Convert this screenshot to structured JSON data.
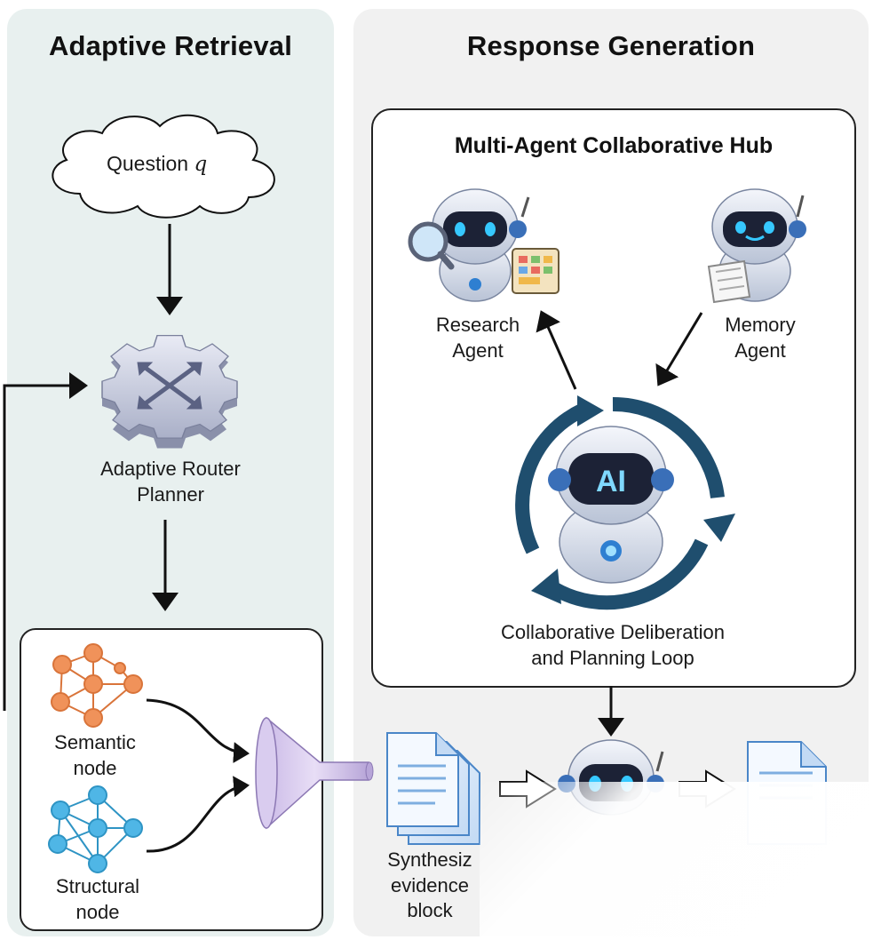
{
  "left_panel": {
    "title": "Adaptive Retrieval"
  },
  "right_panel": {
    "title": "Response Generation"
  },
  "question": {
    "text": "Question",
    "var": "q"
  },
  "router": {
    "line1": "Adaptive Router",
    "line2": "Planner"
  },
  "nodes": {
    "semantic": {
      "line1": "Semantic",
      "line2": "node"
    },
    "structural": {
      "line1": "Structural",
      "line2": "node"
    }
  },
  "hub": {
    "title": "Multi-Agent Collaborative Hub",
    "research_agent": {
      "line1": "Research",
      "line2": "Agent"
    },
    "memory_agent": {
      "line1": "Memory",
      "line2": "Agent"
    },
    "center_badge": "AI",
    "loop": {
      "line1": "Collaborative Deliberation",
      "line2": "and Planning Loop"
    }
  },
  "evidence": {
    "line1": "Synthesiz",
    "line2": "evidence",
    "line3": "block"
  },
  "colors": {
    "left_bg": "#e8f0ef",
    "right_bg": "#f1f1f1",
    "loop_arrow": "#1f4e6e",
    "semantic_node": "#f0925a",
    "structural_node": "#4fb6e6",
    "robot_eye": "#36c8ff"
  }
}
